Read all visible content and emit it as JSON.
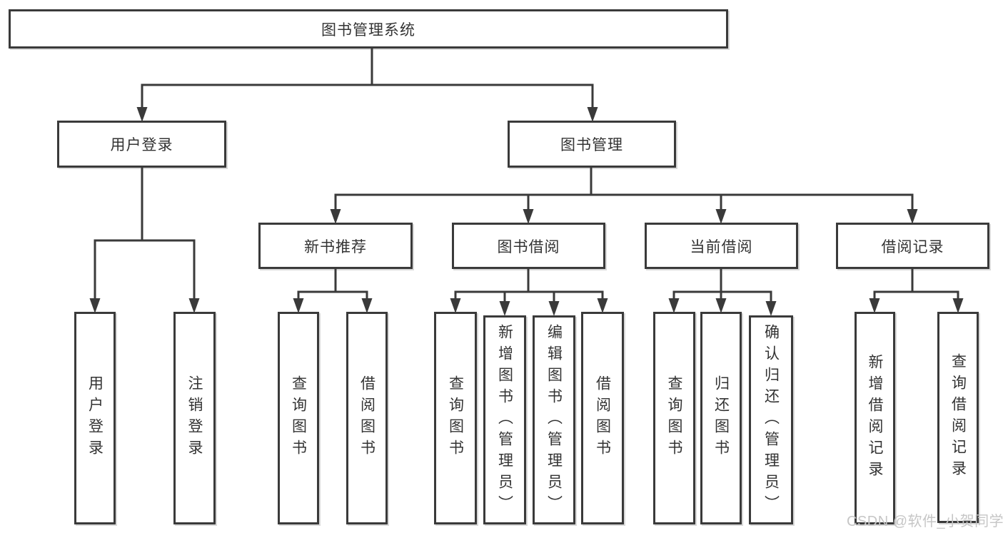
{
  "colors": {
    "line": "#3a3a3a",
    "text": "#333333",
    "background": "#ffffff",
    "watermark": "#c6c6c6"
  },
  "watermark": "CSDN @软件_小贺同学",
  "nodes": {
    "root": {
      "label": "图书管理系统"
    },
    "level2": [
      {
        "id": "user-login",
        "label": "用户登录"
      },
      {
        "id": "book-management",
        "label": "图书管理"
      }
    ],
    "level3": [
      {
        "id": "new-book-recommend",
        "label": "新书推荐"
      },
      {
        "id": "book-borrowing",
        "label": "图书借阅"
      },
      {
        "id": "current-borrowing",
        "label": "当前借阅"
      },
      {
        "id": "borrowing-records",
        "label": "借阅记录"
      }
    ],
    "leaves": [
      {
        "id": "user-login-leaf",
        "label": "用户登录"
      },
      {
        "id": "logout",
        "label": "注销登录"
      },
      {
        "id": "query-books-1",
        "label": "查询图书"
      },
      {
        "id": "borrow-book-1",
        "label": "借阅图书"
      },
      {
        "id": "query-books-2",
        "label": "查询图书"
      },
      {
        "id": "add-book-admin",
        "label": "新增图书（管理员）"
      },
      {
        "id": "edit-book-admin",
        "label": "编辑图书（管理员）"
      },
      {
        "id": "borrow-book-2",
        "label": "借阅图书"
      },
      {
        "id": "query-books-3",
        "label": "查询图书"
      },
      {
        "id": "return-book",
        "label": "归还图书"
      },
      {
        "id": "confirm-return-admin",
        "label": "确认归还（管理员）"
      },
      {
        "id": "add-borrow-record",
        "label": "新增借阅记录"
      },
      {
        "id": "query-borrow-record",
        "label": "查询借阅记录"
      }
    ]
  }
}
